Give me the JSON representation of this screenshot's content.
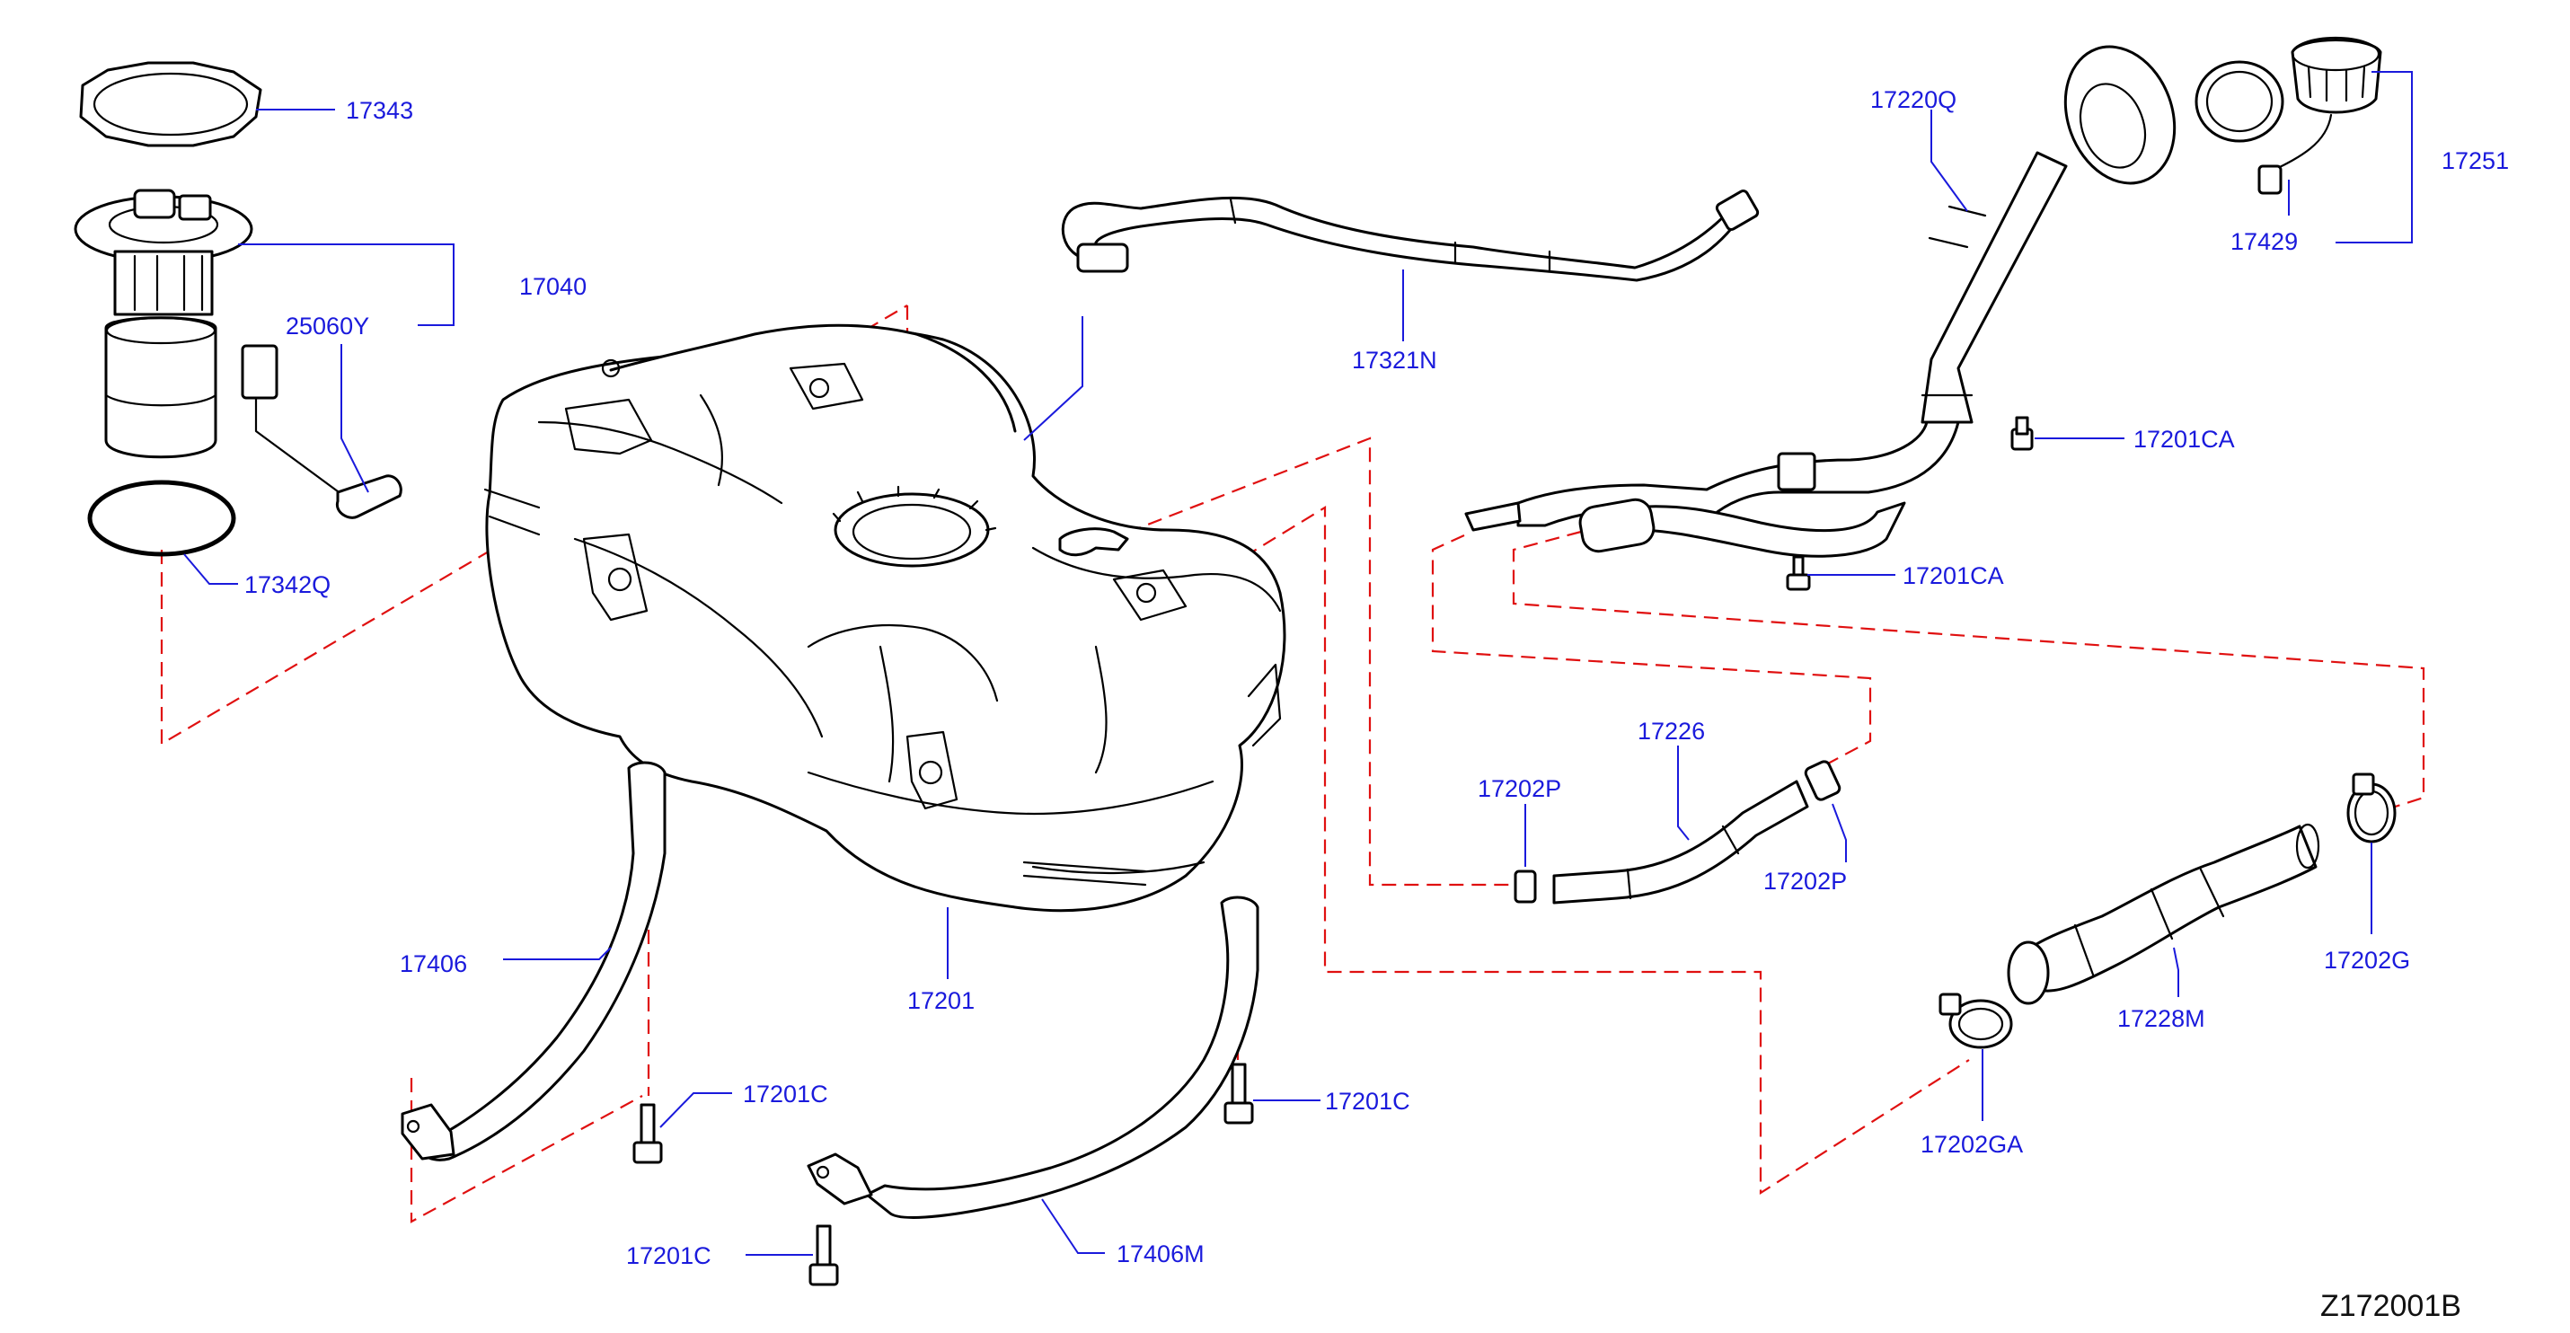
{
  "diagram_id": "Z172001B",
  "callouts": {
    "c17343": "17343",
    "c17040": "17040",
    "c25060Y": "25060Y",
    "c17342Q": "17342Q",
    "c17321N": "17321N",
    "c17220Q": "17220Q",
    "c17251": "17251",
    "c17429": "17429",
    "c17201CA_a": "17201CA",
    "c17201CA_b": "17201CA",
    "c17226": "17226",
    "c17202P_a": "17202P",
    "c17202P_b": "17202P",
    "c17201": "17201",
    "c17406": "17406",
    "c17201C_a": "17201C",
    "c17201C_b": "17201C",
    "c17201C_c": "17201C",
    "c17406M": "17406M",
    "c17228M": "17228M",
    "c17202G": "17202G",
    "c17202GA": "17202GA"
  },
  "colors": {
    "callout_text": "#1a1adc",
    "leader_line": "#1a1adc",
    "hidden_line": "#e01010",
    "outline": "#000000",
    "background": "#ffffff"
  }
}
